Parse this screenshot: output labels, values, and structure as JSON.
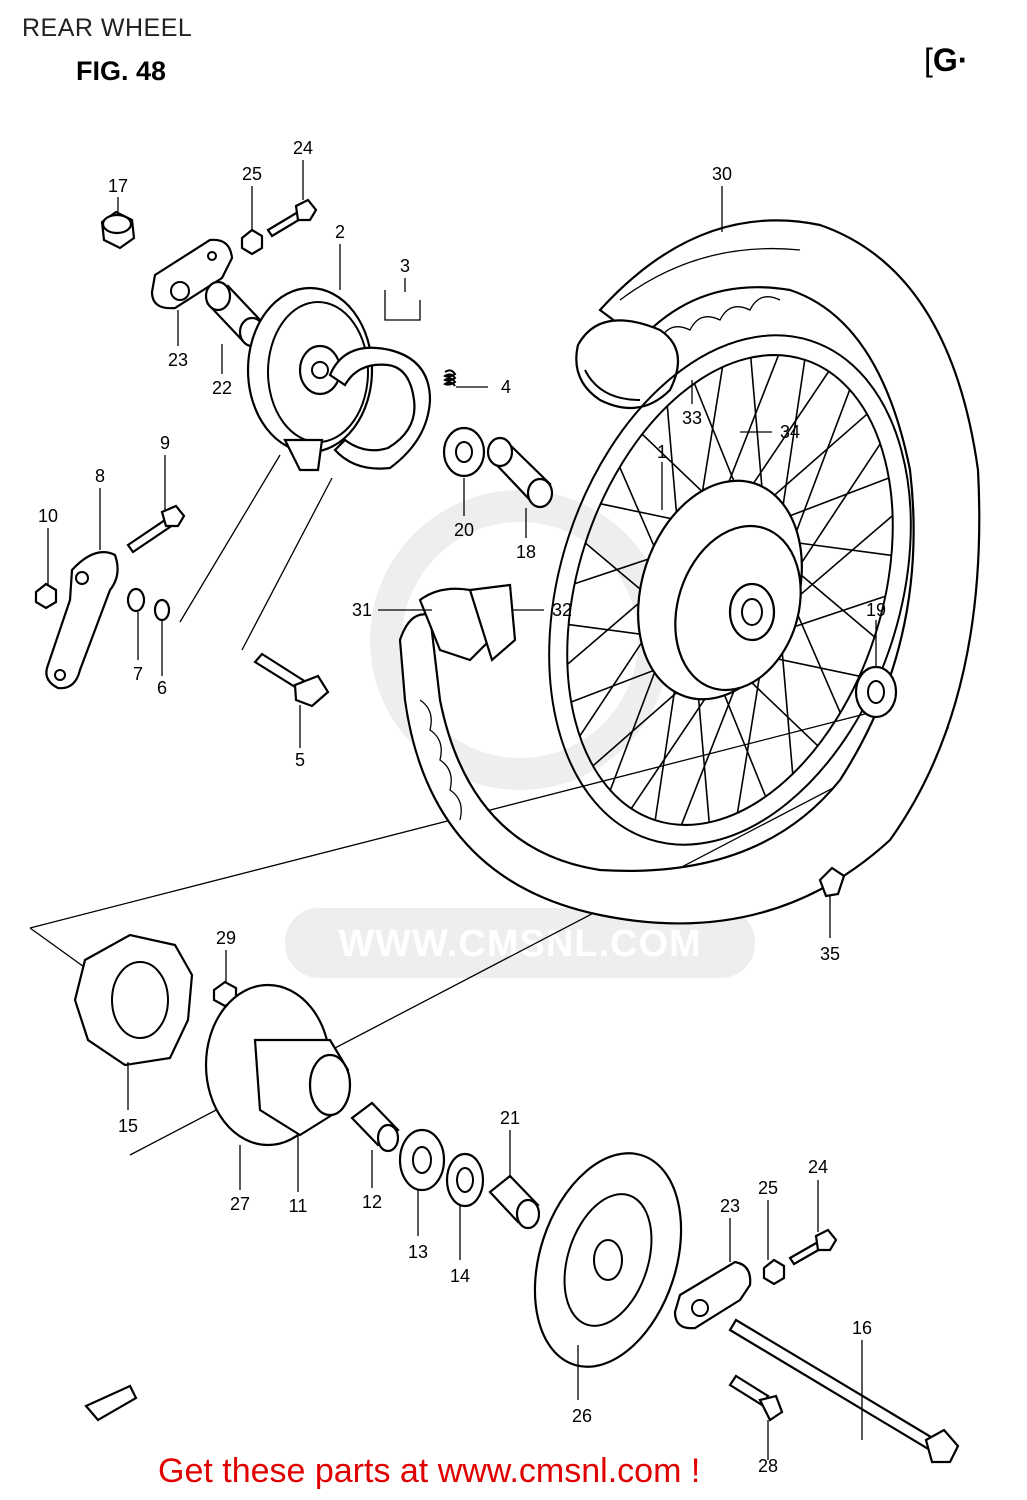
{
  "header": {
    "title": "REAR WHEEL",
    "figure": "FIG. 48",
    "group_tag": "G"
  },
  "watermark": {
    "text": "WWW.CMSNL.COM"
  },
  "callouts": {
    "c1": "1",
    "c2": "2",
    "c3": "3",
    "c4": "4",
    "c5": "5",
    "c6": "6",
    "c7": "7",
    "c8": "8",
    "c9": "9",
    "c10": "10",
    "c11": "11",
    "c12": "12",
    "c13": "13",
    "c14": "14",
    "c15": "15",
    "c16": "16",
    "c17": "17",
    "c18": "18",
    "c19": "19",
    "c20": "20",
    "c21": "21",
    "c22": "22",
    "c23a": "23",
    "c23b": "23",
    "c24a": "24",
    "c24b": "24",
    "c25a": "25",
    "c25b": "25",
    "c26": "26",
    "c27": "27",
    "c28": "28",
    "c29": "29",
    "c30": "30",
    "c31": "31",
    "c32": "32",
    "c33": "33",
    "c34": "34",
    "c35": "35"
  },
  "footer": {
    "text": "Get these parts at www.cmsnl.com !"
  }
}
